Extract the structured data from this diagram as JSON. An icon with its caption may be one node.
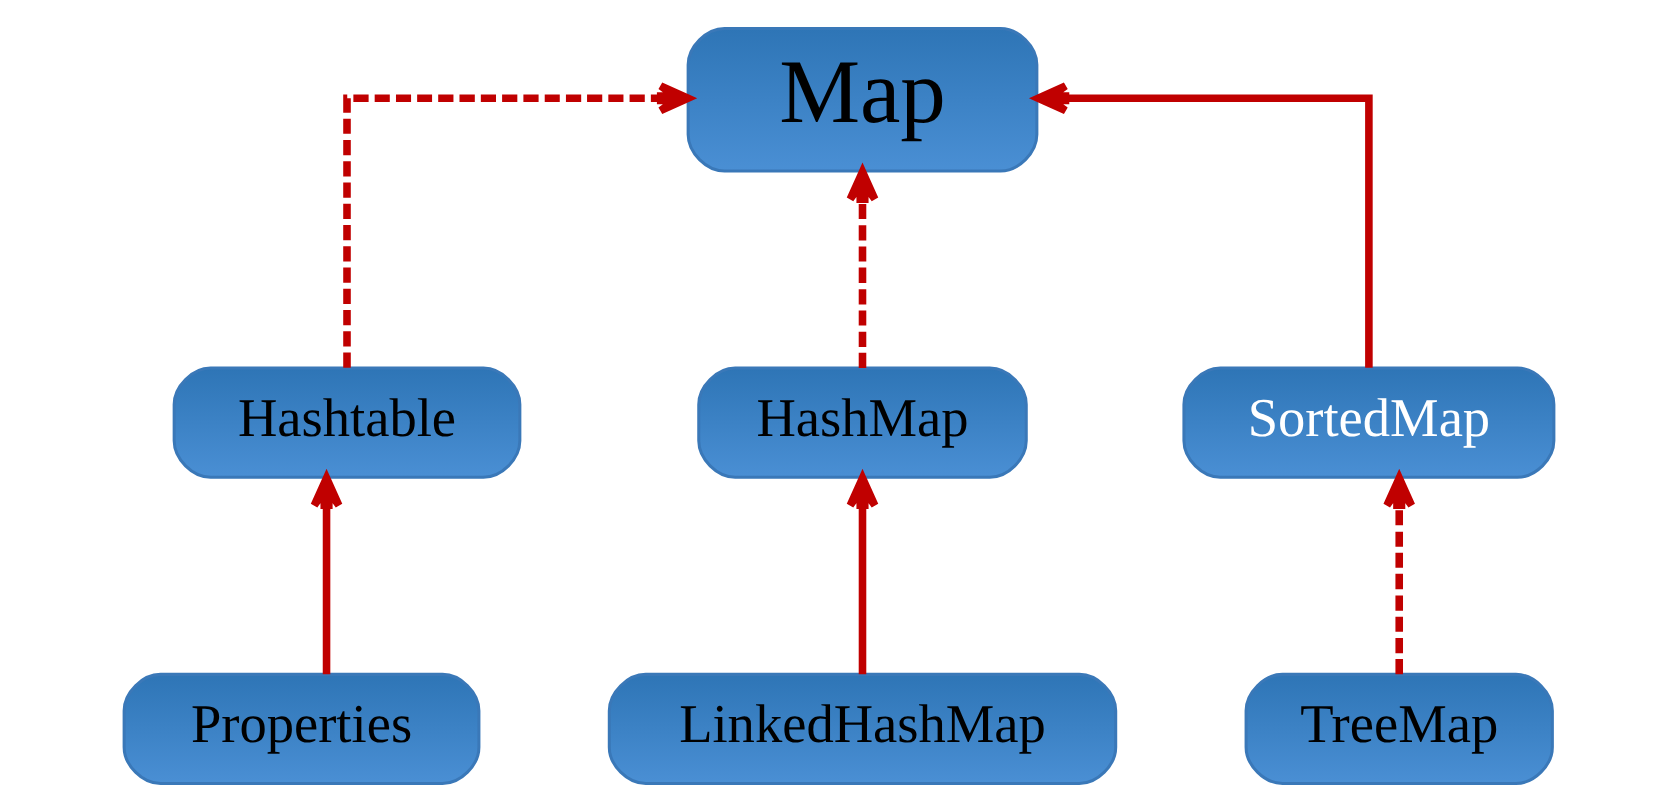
{
  "diagram": {
    "nodes": [
      {
        "text": [
          "Map"
        ]
      },
      {
        "text": [
          "Hashtable"
        ]
      },
      {
        "text": [
          "HashMap"
        ]
      },
      {
        "text": [
          "SortedMap"
        ]
      },
      {
        "text": [
          "Properties"
        ]
      },
      {
        "text": [
          "LinkedHashMap"
        ]
      },
      {
        "text": [
          "TreeMap"
        ]
      }
    ],
    "edges": [
      {
        "from": 1,
        "to": 0,
        "arrow": "to",
        "style": "dashed"
      },
      {
        "from": 2,
        "to": 0,
        "arrow": "to",
        "style": "dashed"
      },
      {
        "from": 3,
        "to": 0,
        "arrow": "to"
      },
      {
        "from": 4,
        "to": 1,
        "arrow": "to"
      },
      {
        "from": 5,
        "to": 2,
        "arrow": "to"
      },
      {
        "from": 6,
        "to": 3,
        "arrow": "to",
        "style": "dashed"
      }
    ]
  }
}
